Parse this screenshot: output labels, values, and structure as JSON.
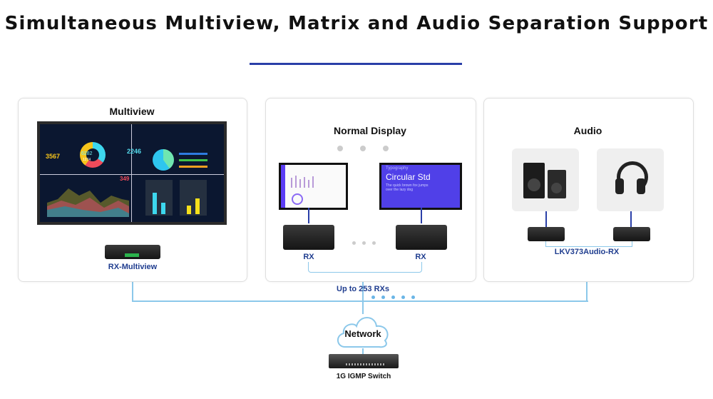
{
  "title": "Simultaneous Multiview,  Matrix and Audio Separation Support",
  "panels": {
    "multiview": {
      "title": "Multiview",
      "device_label": "RX-Multiview",
      "screen": {
        "values": [
          "3567",
          "6282",
          "1274",
          "2246",
          "349"
        ]
      }
    },
    "normal": {
      "title": "Normal Display",
      "rx_labels": [
        "RX",
        "RX"
      ],
      "screen2": {
        "small": "Typography",
        "heading": "Circular Std",
        "body": "The quick brown fox jumps over the lazy dog"
      }
    },
    "audio": {
      "title": "Audio",
      "device_label": "LKV373Audio-RX"
    }
  },
  "network": {
    "capacity_label": "Up to 253 RXs",
    "cloud_label": "Network",
    "switch_label": "1G IGMP Switch"
  },
  "colors": {
    "accent": "#2a3fa8",
    "label": "#1f3d8f",
    "line": "#8cc8ea"
  }
}
